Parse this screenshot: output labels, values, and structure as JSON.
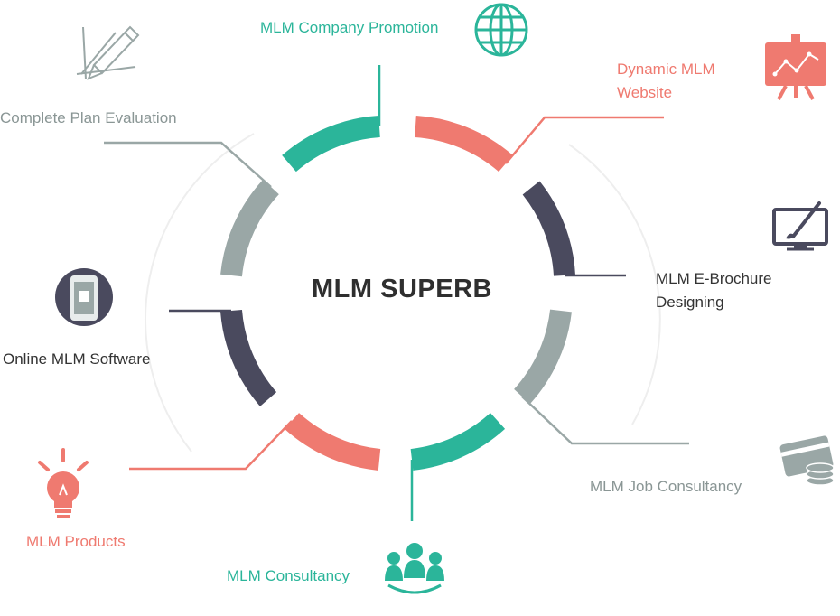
{
  "center": {
    "title": "MLM SUPERB"
  },
  "colors": {
    "teal": "#2bb59a",
    "coral": "#ef7a70",
    "navy": "#4a4a5e",
    "gray": "#9aa7a6",
    "text_dark": "#333333"
  },
  "items": [
    {
      "label": "MLM Company Promotion",
      "color": "teal",
      "icon": "globe-icon"
    },
    {
      "label": "Dynamic MLM",
      "label2": "Website",
      "color": "coral",
      "icon": "presentation-chart-icon"
    },
    {
      "label": "MLM E-Brochure",
      "label2": "Designing",
      "color": "navy",
      "icon": "monitor-pen-icon"
    },
    {
      "label": "MLM Job Consultancy",
      "color": "gray",
      "icon": "cash-card-icon"
    },
    {
      "label": "MLM Consultancy",
      "color": "teal",
      "icon": "team-icon"
    },
    {
      "label": "MLM Products",
      "color": "coral",
      "icon": "lightbulb-icon"
    },
    {
      "label": "Online MLM Software",
      "color": "navy",
      "icon": "mobile-icon"
    },
    {
      "label": "Complete Plan Evaluation",
      "color": "gray",
      "icon": "pencil-ruler-icon"
    }
  ]
}
